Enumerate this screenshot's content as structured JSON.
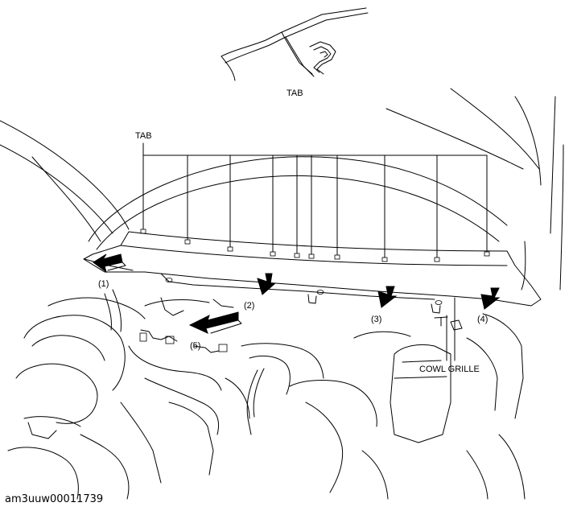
{
  "labels": {
    "tab_detail": "TAB",
    "tab_main": "TAB",
    "cowl_grille": "COWL GRILLE",
    "step_1": "(1)",
    "step_2": "(2)",
    "step_3": "(3)",
    "step_4": "(4)",
    "step_5": "(5)"
  },
  "caption": "am3uuw00011739"
}
